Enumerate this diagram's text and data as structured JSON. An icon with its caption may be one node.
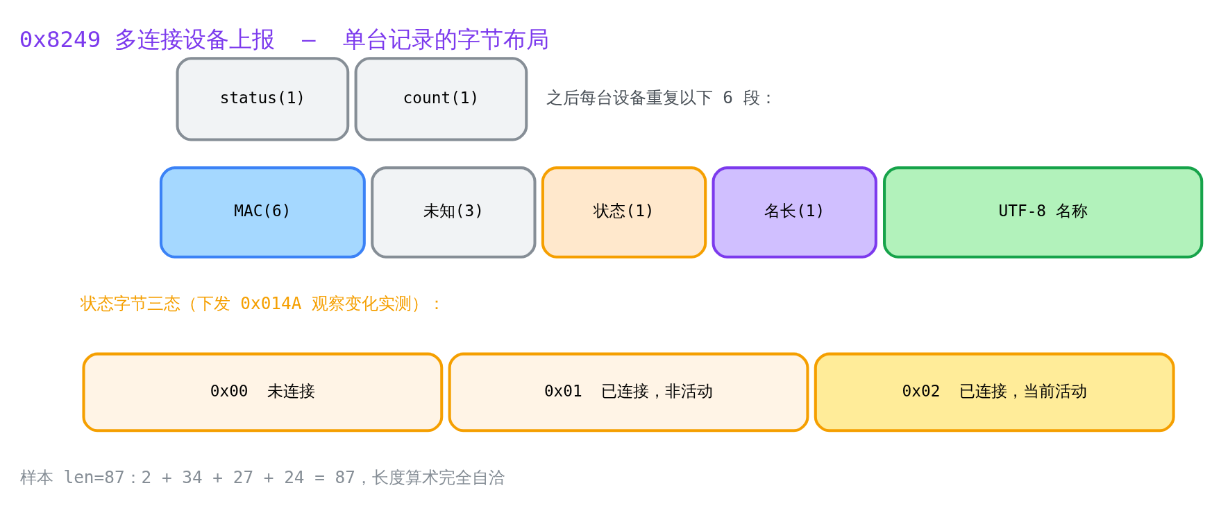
{
  "diagram": {
    "title": "0x8249 多连接设备上报  —  单台记录的字节布局",
    "nodes": [
      {
        "text": [
          "status(1)"
        ]
      },
      {
        "text": [
          "count(1)"
        ]
      },
      {
        "text": [
          "MAC(6)"
        ]
      },
      {
        "text": [
          "未知(3)"
        ]
      },
      {
        "text": [
          "状态(1)"
        ]
      },
      {
        "text": [
          "名长(1)"
        ]
      },
      {
        "text": [
          "UTF-8 名称"
        ]
      },
      {
        "text": [
          "0x00  未连接"
        ]
      },
      {
        "text": [
          "0x01  已连接，非活动"
        ]
      },
      {
        "text": [
          "0x02  已连接，当前活动"
        ]
      }
    ],
    "edges": [],
    "labels": [
      "之后每台设备重复以下 6 段：",
      "状态字节三态（下发 0x014A 观察变化实测）：",
      "样本 len=87：2 + 34 + 27 + 24 = 87，长度算术完全自洽"
    ]
  }
}
